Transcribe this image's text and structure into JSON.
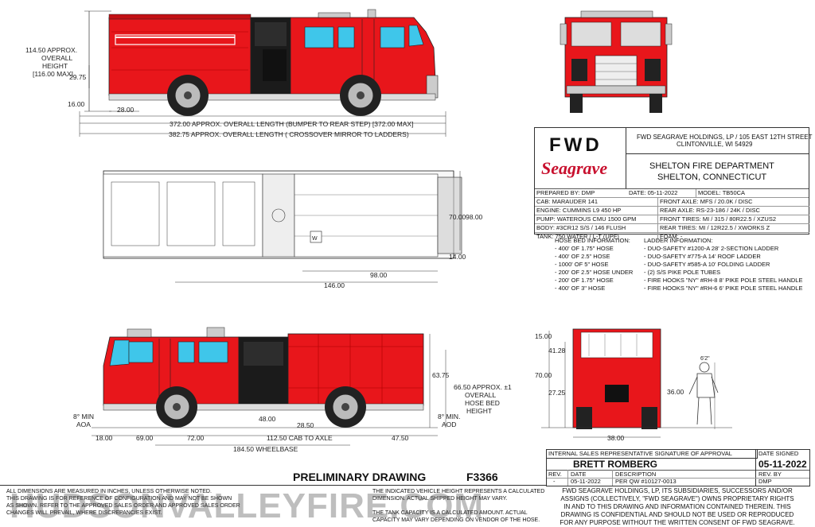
{
  "dimensions_side": {
    "height": [
      "114.50 APPROX.",
      "OVERALL",
      "HEIGHT",
      "[116.00 MAX]"
    ],
    "d_29_75": "29.75",
    "d_16": "16.00",
    "d_28": "28.00",
    "overall_length": "372.00 APPROX. OVERALL LENGTH (BUMPER TO REAR STEP) [372.00 MAX]",
    "mirror_length": "382.75 APPROX. OVERALL LENGTH ( CROSSOVER MIRROR TO LADDERS)"
  },
  "dimensions_top": {
    "d_70": "70.00",
    "d_98": "98.00",
    "d_14": "14.00",
    "d_98b": "98.00",
    "d_146": "146.00",
    "w_label": "W"
  },
  "dimensions_side2": {
    "d_63_75": "63.75",
    "hose_bed": [
      "66.50 APPROX. ±1",
      "OVERALL",
      "HOSE BED",
      "HEIGHT"
    ],
    "aoa": [
      "8° MIN",
      "AOA"
    ],
    "aod": [
      "8° MIN.",
      "AOD"
    ],
    "d_48": "48.00",
    "d_28_50": "28.50",
    "d_18": "18.00",
    "d_69": "69.00",
    "d_72": "72.00",
    "cab_axle": "112.50 CAB TO AXLE",
    "d_47_50": "47.50",
    "wheelbase": "184.50 WHEELBASE"
  },
  "dimensions_rear": {
    "d_15": "15.00",
    "d_41_28": "41.28",
    "d_70": "70.00",
    "d_27_25": "27.25",
    "d_36": "36.00",
    "d_38": "38.00",
    "scale_fig": "6'2\""
  },
  "title_block": {
    "logo_fwd": "FWD",
    "logo_seagrave": "Seagrave",
    "company_address": [
      "FWD SEAGRAVE HOLDINGS, LP / 105 EAST 12TH STREET",
      "CLINTONVILLE, WI 54929"
    ],
    "customer": [
      "SHELTON FIRE DEPARTMENT",
      "SHELTON, CONNECTICUT"
    ],
    "specs_left": [
      "PREPARED BY:  DMP",
      "CAB:  MARAUDER 141",
      "ENGINE: CUMMINS L9 450 HP",
      "PUMP:  WATEROUS CMU 1500 GPM",
      "BODY:  #3CR12 S/S / 146 FLUSH",
      "TANK:  750 WATER / L-T (UPF)"
    ],
    "date": "DATE: 05-11-2022",
    "model": "MODEL:  TB50CA",
    "specs_right": [
      "FRONT AXLE:  MFS / 20.0K / DISC",
      "REAR AXLE:  RS-23-186 / 24K / DISC",
      "FRONT TIRES:  MI / 315 / 80R22.5 / XZUS2",
      "REAR TIRES:  MI / 12R22.5 / XWORKS Z",
      "FOAM:  -"
    ]
  },
  "hose_info": {
    "title": "HOSE BED INFORMATION:",
    "items": [
      "- 400' OF 1.75\" HOSE",
      "- 400' OF 2.5\" HOSE",
      "- 1000' OF 5\" HOSE",
      "- 200' OF 2.5\" HOSE UNDER",
      "- 200' OF 1.75\" HOSE",
      "- 400' OF 3\" HOSE"
    ]
  },
  "ladder_info": {
    "title": "LADDER INFORMATION:",
    "items": [
      "- DUO-SAFETY #1200-A 28' 2-SECTION LADDER",
      "- DUO-SAFETY #775-A 14' ROOF LADDER",
      "- DUO-SAFETY #585-A 10' FOLDING LADDER",
      "- (2) S/S PIKE POLE TUBES",
      "- FIRE HOOKS \"NY\" #RH-8 8' PIKE POLE STEEL HANDLE",
      "- FIRE HOOKS \"NY\" #RH-6 6' PIKE POLE STEEL HANDLE"
    ]
  },
  "approval": {
    "header": "INTERNAL SALES REPRESENTATIVE SIGNATURE OF APPROVAL",
    "date_signed_header": "DATE SIGNED",
    "name": "BRETT ROMBERG",
    "date_signed": "05-11-2022",
    "rev_header": "REV.",
    "date_header": "DATE",
    "desc_header": "DESCRIPTION",
    "revby_header": "REV. BY",
    "rev": "-",
    "rev_date": "05-11-2022",
    "rev_desc": "PER QW #10127-0013",
    "rev_by": "DMP"
  },
  "confidential": [
    "FWD SEAGRAVE HOLDINGS, LP, ITS SUBSIDIARIES, SUCCESSORS AND/OR",
    "ASSIGNS (COLLECTIVELY, \"FWD SEAGRAVE\") OWNS PROPRIETARY RIGHTS",
    "IN AND TO THIS DRAWING AND INFORMATION CONTAINED THEREIN. THIS",
    "DRAWING IS CONFIDENTIAL AND SHOULD NOT BE USED OR REPRODUCED",
    "FOR ANY PURPOSE WITHOUT THE WRITTEN CONSENT OF  FWD SEAGRAVE."
  ],
  "footer": {
    "preliminary": "PRELIMINARY DRAWING",
    "drawing_no": "F3366",
    "notes_left": [
      "ALL DIMENSIONS ARE MEASURED IN INCHES, UNLESS OTHERWISE NOTED.",
      "THIS DRAWING IS FOR REFERENCE OF CONFIGURATION AND MAY NOT BE SHOWN",
      "AS SHOWN. REFER TO THE APPROVED SALES ORDER AND APPROVED SALES ORDER",
      "CHANGES WILL PREVAIL, WHERE DISCREPANCIES EXIST."
    ],
    "notes_mid": [
      "THE INDICATED VEHICLE HEIGHT REPRESENTS A CALCULATED",
      "DIMENSION. ACTUAL SHIPPED HEIGHT MAY VARY.",
      "",
      "THE TANK CAPACITY IS A CALCULATED AMOUNT.  ACTUAL",
      "CAPACITY MAY VARY DEPENDING ON  VENDOR OF THE HOSE."
    ],
    "watermark": "HUDSONVALLEYFIRE.COM"
  },
  "colors": {
    "truck_red": "#e8161b",
    "dark_red": "#9e0a0e",
    "seagrave_red": "#c8102e",
    "glass": "#3fc6ea"
  }
}
